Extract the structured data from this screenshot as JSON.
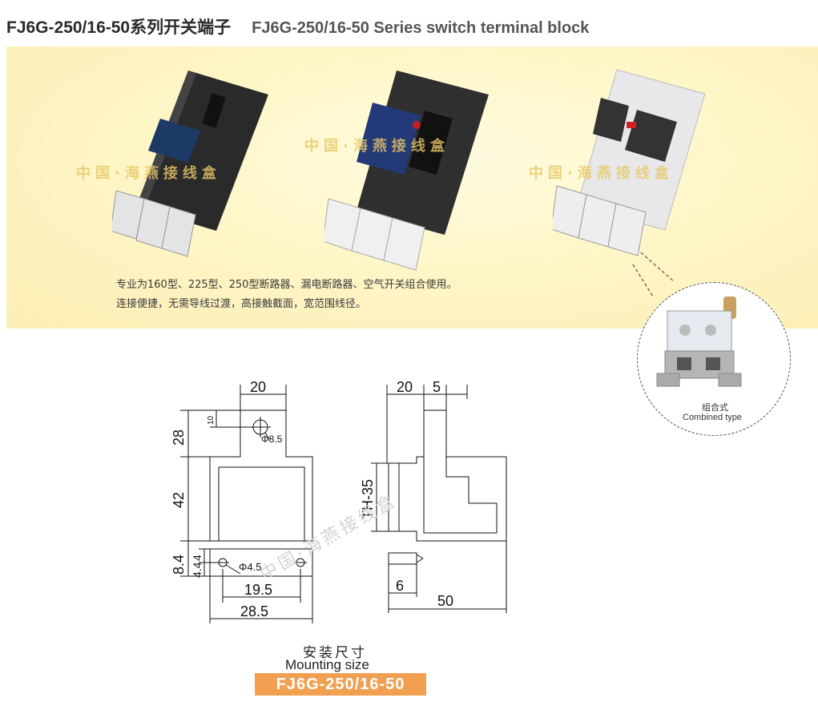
{
  "header": {
    "title_cn": "FJ6G-250/16-50系列开关端子",
    "title_en": "FJ6G-250/16-50 Series switch  terminal block"
  },
  "banner": {
    "watermark": "中国·海燕接线盒",
    "desc_line1": "专业为160型、225型、250型断路器、漏电断路器、空气开关组合使用。",
    "desc_line2": "连接便捷，无需导线过渡，高接触截面，宽范围线径。"
  },
  "callout": {
    "label_cn": "组合式",
    "label_en": "Combined type"
  },
  "drawing_front": {
    "dim_top": "20",
    "dim_28": "28",
    "dim_10": "10",
    "hole_top": "Φ8.5",
    "dim_42": "42",
    "dim_84": "8.4",
    "dim_4a": "4",
    "dim_44": "4.4",
    "hole_bottom": "Φ4.5",
    "dim_195": "19.5",
    "dim_285": "28.5"
  },
  "drawing_side": {
    "dim_20": "20",
    "dim_5": "5",
    "rail": "TH-35",
    "dim_6": "6",
    "dim_50": "50"
  },
  "footer": {
    "caption_cn": "安装尺寸",
    "caption_en": "Mounting size",
    "model": "FJ6G-250/16-50"
  }
}
